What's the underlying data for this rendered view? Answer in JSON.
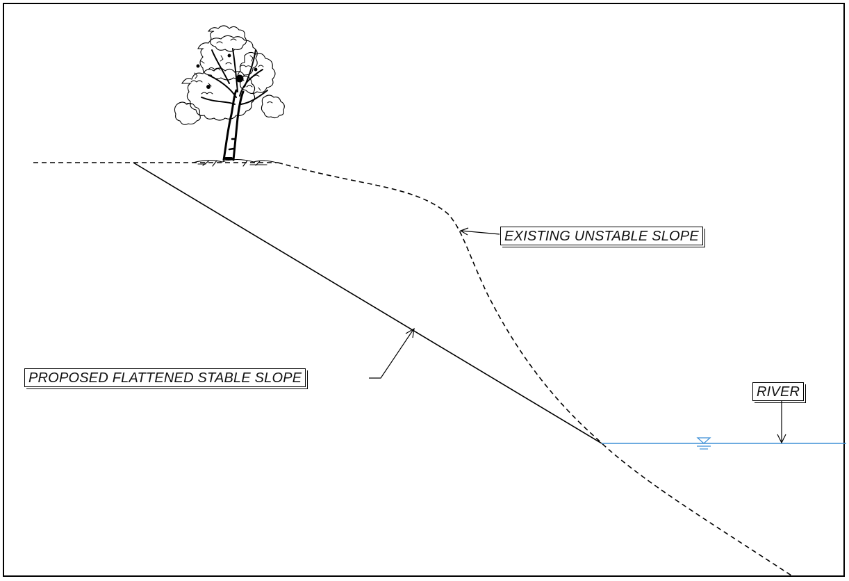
{
  "labels": {
    "existing_slope": "EXISTING UNSTABLE SLOPE",
    "proposed_slope": "PROPOSED FLATTENED STABLE SLOPE",
    "river": "RIVER"
  },
  "colors": {
    "line": "#000000",
    "water": "#3d8fd6"
  },
  "icons": {
    "tree": "tree-icon",
    "water_level": "water-level-marker-icon"
  }
}
